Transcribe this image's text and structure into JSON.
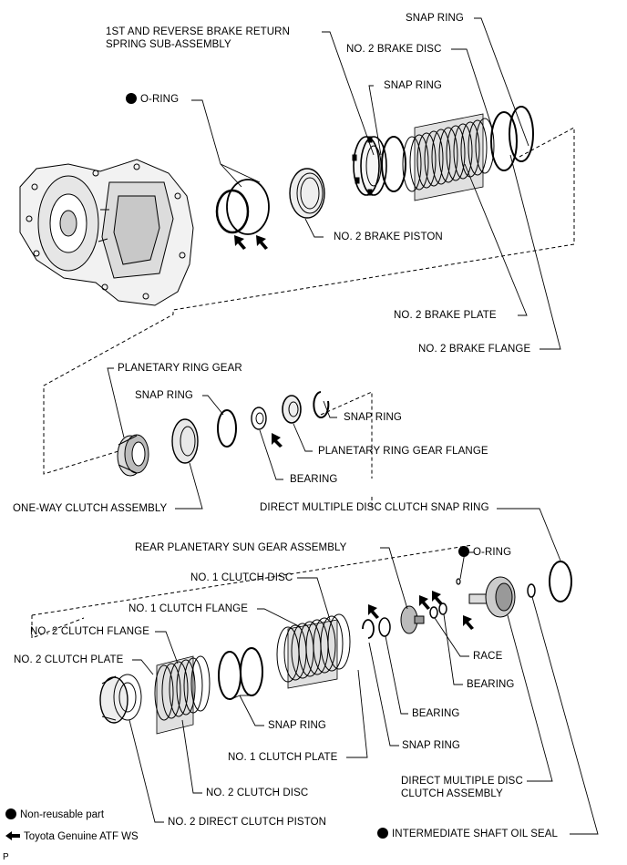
{
  "labels": {
    "snap_ring_top": "SNAP RING",
    "brake_return_spring_1": "1ST AND REVERSE BRAKE RETURN",
    "brake_return_spring_2": "SPRING SUB-ASSEMBLY",
    "no2_brake_disc": "NO. 2 BRAKE DISC",
    "snap_ring_2": "SNAP RING",
    "o_ring_top": "O-RING",
    "no2_brake_piston": "NO. 2 BRAKE PISTON",
    "no2_brake_plate": "NO. 2 BRAKE PLATE",
    "no2_brake_flange": "NO. 2 BRAKE FLANGE",
    "planetary_ring_gear": "PLANETARY RING GEAR",
    "snap_ring_mid_left": "SNAP RING",
    "snap_ring_mid_right": "SNAP RING",
    "planetary_ring_gear_flange": "PLANETARY RING GEAR FLANGE",
    "bearing_mid": "BEARING",
    "one_way_clutch": "ONE-WAY CLUTCH ASSEMBLY",
    "direct_clutch_snap_ring": "DIRECT MULTIPLE DISC CLUTCH SNAP RING",
    "rear_planetary_sun_gear": "REAR PLANETARY SUN GEAR ASSEMBLY",
    "o_ring_low": "O-RING",
    "no1_clutch_disc": "NO. 1 CLUTCH DISC",
    "no1_clutch_flange": "NO. 1 CLUTCH FLANGE",
    "no2_clutch_flange": "NO. 2 CLUTCH FLANGE",
    "no2_clutch_plate": "NO. 2 CLUTCH PLATE",
    "race": "RACE",
    "bearing_low_1": "BEARING",
    "bearing_low_2": "BEARING",
    "snap_ring_low_1": "SNAP RING",
    "no1_clutch_plate": "NO. 1 CLUTCH PLATE",
    "snap_ring_low_2": "SNAP RING",
    "direct_clutch_assy_1": "DIRECT MULTIPLE DISC",
    "direct_clutch_assy_2": "CLUTCH ASSEMBLY",
    "no2_clutch_disc": "NO. 2 CLUTCH DISC",
    "no2_direct_clutch_piston": "NO. 2 DIRECT CLUTCH PISTON",
    "intermediate_shaft_oil_seal": "INTERMEDIATE SHAFT OIL SEAL"
  },
  "legend": {
    "non_reusable": "Non-reusable part",
    "atf": "Toyota Genuine ATF WS"
  },
  "footer_code": "P",
  "colors": {
    "ink": "#000000",
    "paper": "#ffffff",
    "shade": "#cccccc"
  },
  "icons": [
    "non-reusable-dot-icon",
    "atf-arrow-icon"
  ]
}
